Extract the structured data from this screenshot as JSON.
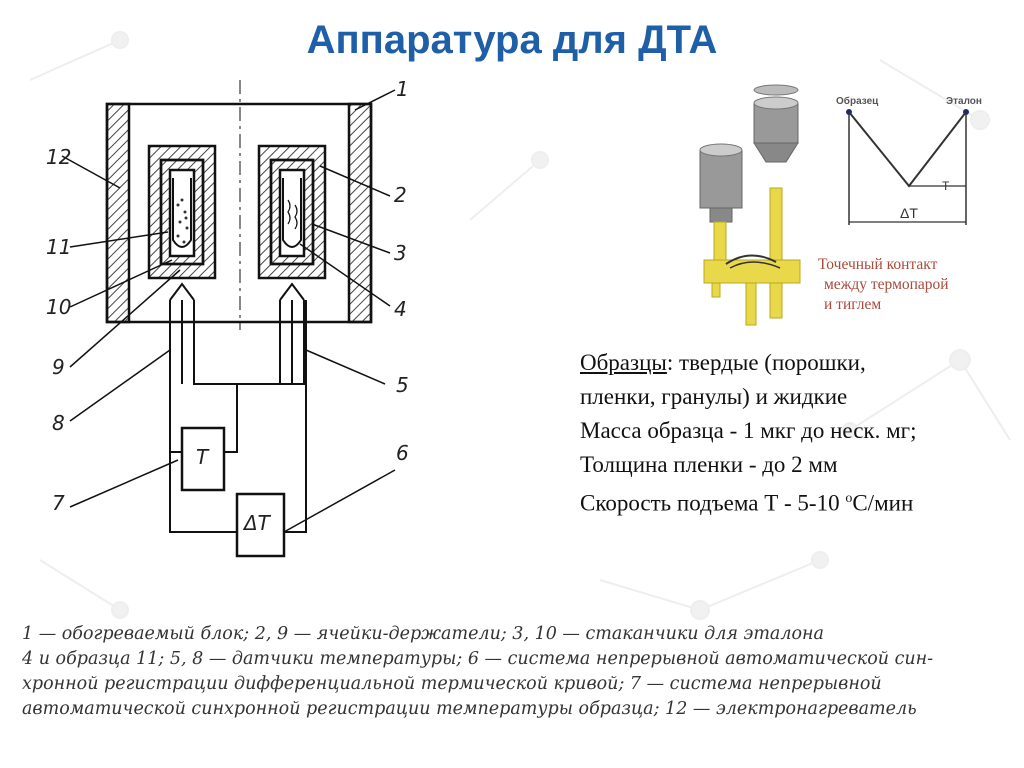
{
  "title": "Аппаратура для ДТА",
  "diagram": {
    "labels": [
      "1",
      "2",
      "3",
      "4",
      "5",
      "6",
      "7",
      "8",
      "9",
      "10",
      "11",
      "12"
    ],
    "block_T": "T",
    "block_dT": "ΔT"
  },
  "photo_note": [
    "Точечный контакт",
    "между термопарой",
    "и тиглем"
  ],
  "curve": {
    "sample_label": "Образец",
    "reference_label": "Эталон",
    "t_label": "T",
    "dt_label": "ΔT"
  },
  "properties": {
    "samples_key": "Образцы",
    "samples_line1": ": твердые (порошки,",
    "samples_line2": "пленки, гранулы) и жидкие",
    "mass": "Масса образца - 1 мкг до неск. мг;",
    "thickness": "Толщина пленки - до 2 мм",
    "rate_prefix": "Скорость подъема Т - 5-10 ",
    "rate_sup": "о",
    "rate_suffix": "С/мин"
  },
  "legend": [
    "1 — обогреваемый блок; 2, 9 — ячейки-держатели; 3, 10 — стаканчики для эталона",
    "4 и образца 11; 5, 8 — датчики температуры; 6 — система непрерывной автоматической син-",
    "хронной регистрации дифференциальной термической кривой; 7 — система непрерывной",
    "автоматической синхронной регистрации температуры образца; 12 — электронагреватель"
  ],
  "colors": {
    "title": "#1f5fa8",
    "note": "#a94a3c",
    "hatch": "#444444",
    "thermocouple": "#e8d84a"
  }
}
